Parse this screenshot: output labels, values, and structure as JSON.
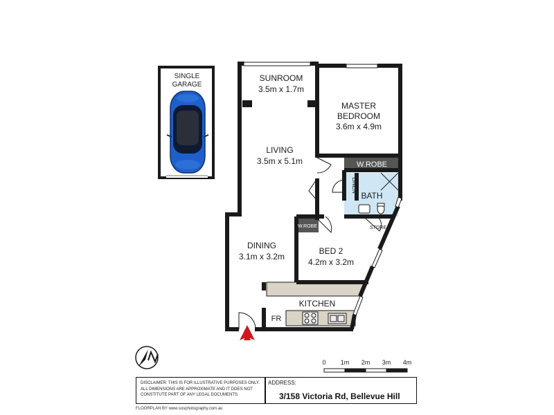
{
  "rooms": {
    "garage": {
      "line1": "SINGLE",
      "line2": "GARAGE"
    },
    "sunroom": {
      "name": "SUNROOM",
      "dims": "3.5m x 1.7m"
    },
    "master": {
      "line1": "MASTER",
      "line2": "BEDROOM",
      "dims": "3.6m x 4.9m"
    },
    "living": {
      "name": "LIVING",
      "dims": "3.5m x 5.1m"
    },
    "dining": {
      "name": "DINING",
      "dims": "3.1m x 3.2m"
    },
    "bed2": {
      "name": "BED 2",
      "dims": "4.2m x 3.2m"
    },
    "kitchen": {
      "name": "KITCHEN"
    },
    "wrobe_master": "W.ROBE",
    "wrobe_bed2": "W.ROBE",
    "linen": "LINEN",
    "bath": "BATH",
    "store": "STORE",
    "fr": "FR"
  },
  "scale": {
    "ticks": [
      "0",
      "1m",
      "2m",
      "3m",
      "4m"
    ]
  },
  "footer": {
    "disclaimer": "DISCLAIMER: THIS IS FOR ILLUSTRATIVE PURPOSES ONLY. ALL DIMENSIONS ARE APPROXIMATE AND IT DOES NOT CONSTITUTE PART OF ANY LEGAL DOCUMENTS.",
    "address_label": "ADDRESS:",
    "address": "3/158 Victoria Rd, Bellevue Hill",
    "credit": "FLOORPLAN BY www.sosphotography.com.au"
  },
  "colors": {
    "wall": "#1a1a1a",
    "bath_fill": "#cfe7f5",
    "robe_fill": "#555555",
    "bench_fill": "#d9d4c5",
    "car_body": "#1f5fc9",
    "entry_arrow": "#d4141c"
  }
}
